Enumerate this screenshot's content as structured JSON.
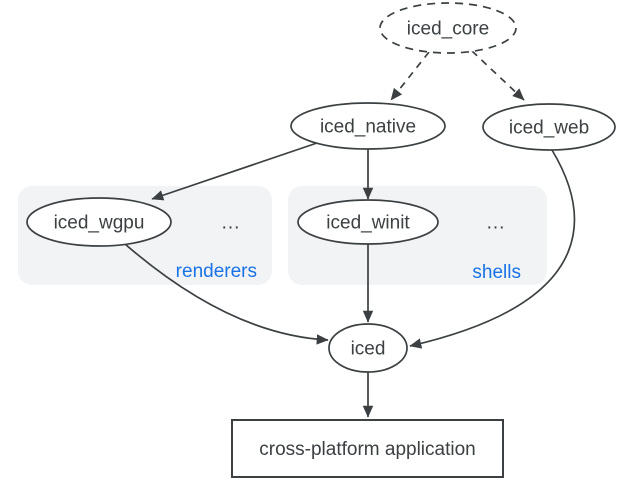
{
  "diagram": {
    "nodes": {
      "iced_core": {
        "label": "iced_core",
        "shape": "ellipse",
        "outline": "dashed"
      },
      "iced_native": {
        "label": "iced_native",
        "shape": "ellipse",
        "outline": "solid"
      },
      "iced_web": {
        "label": "iced_web",
        "shape": "ellipse",
        "outline": "solid"
      },
      "iced_wgpu": {
        "label": "iced_wgpu",
        "shape": "ellipse",
        "outline": "solid"
      },
      "iced_winit": {
        "label": "iced_winit",
        "shape": "ellipse",
        "outline": "solid"
      },
      "iced": {
        "label": "iced",
        "shape": "ellipse",
        "outline": "solid"
      },
      "application": {
        "label": "cross-platform application",
        "shape": "rectangle",
        "outline": "solid"
      }
    },
    "groups": {
      "renderers": {
        "label": "renderers",
        "ellipsis": "...",
        "contains": [
          "iced_wgpu"
        ]
      },
      "shells": {
        "label": "shells",
        "ellipsis": "...",
        "contains": [
          "iced_winit"
        ]
      }
    },
    "edges": [
      {
        "from": "iced_core",
        "to": "iced_native",
        "style": "dashed"
      },
      {
        "from": "iced_core",
        "to": "iced_web",
        "style": "dashed"
      },
      {
        "from": "iced_native",
        "to": "iced_wgpu",
        "style": "solid"
      },
      {
        "from": "iced_native",
        "to": "iced_winit",
        "style": "solid"
      },
      {
        "from": "iced_wgpu",
        "to": "iced",
        "style": "solid"
      },
      {
        "from": "iced_winit",
        "to": "iced",
        "style": "solid"
      },
      {
        "from": "iced_web",
        "to": "iced",
        "style": "solid"
      },
      {
        "from": "iced",
        "to": "application",
        "style": "solid"
      }
    ],
    "colors": {
      "stroke": "#3c4043",
      "text": "#3c4043",
      "group_fill": "#f1f3f4",
      "group_label": "#1a73e8",
      "node_fill": "#ffffff",
      "background": "#ffffff"
    }
  }
}
